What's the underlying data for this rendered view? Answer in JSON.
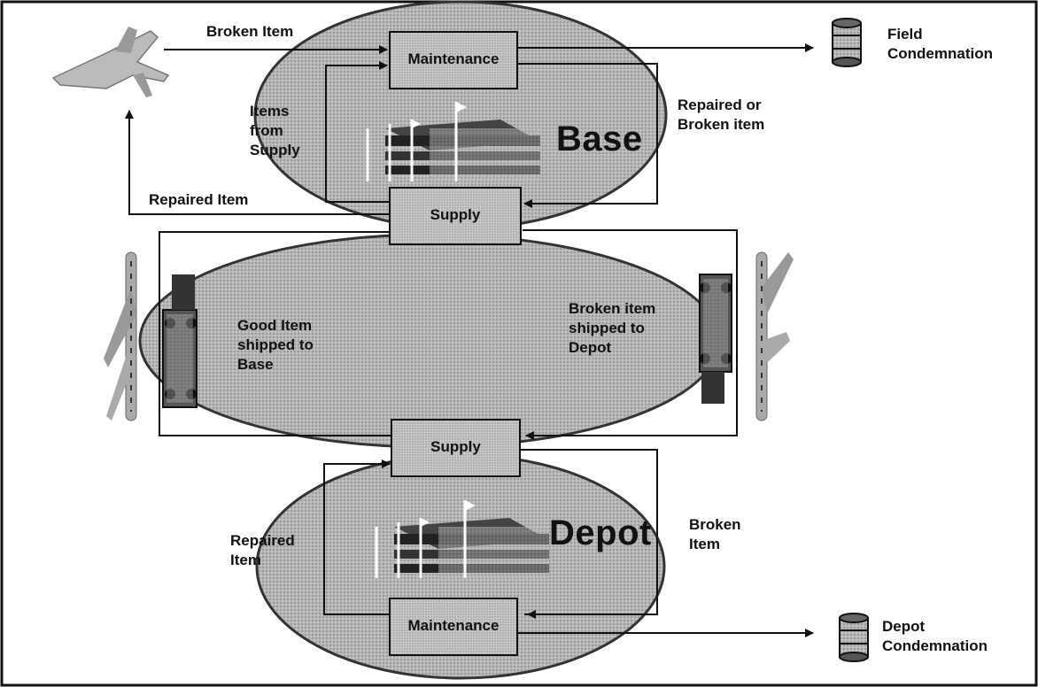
{
  "diagram": {
    "colors": {
      "ellipse": "#b8b8b8",
      "box": "#c4c4c4",
      "ink": "#111111"
    },
    "nodes": {
      "base_maintenance": "Maintenance",
      "base_supply": "Supply",
      "depot_supply": "Supply",
      "depot_maintenance": "Maintenance",
      "base_name": "Base",
      "depot_name": "Depot"
    },
    "terminals": {
      "field_condemnation": [
        "Field",
        "Condemnation"
      ],
      "depot_condemnation": [
        "Depot",
        "Condemnation"
      ]
    },
    "edges": {
      "broken_item_from_aircraft": "Broken Item",
      "repaired_item_to_aircraft": "Repaired  Item",
      "items_from_supply": [
        "Items",
        "from",
        "Supply"
      ],
      "repaired_or_broken": [
        "Repaired or",
        "Broken item"
      ],
      "good_item_to_base": [
        "Good Item",
        "shipped to",
        "Base"
      ],
      "broken_item_to_depot": [
        "Broken item",
        "shipped to",
        "Depot"
      ],
      "depot_repaired_item": [
        "Repaired",
        "Item"
      ],
      "depot_broken_item": [
        "Broken",
        "Item"
      ]
    },
    "icons": [
      "aircraft-icon",
      "warehouse-icon",
      "truck-icon",
      "cargo-plane-icon",
      "drum-icon"
    ]
  }
}
